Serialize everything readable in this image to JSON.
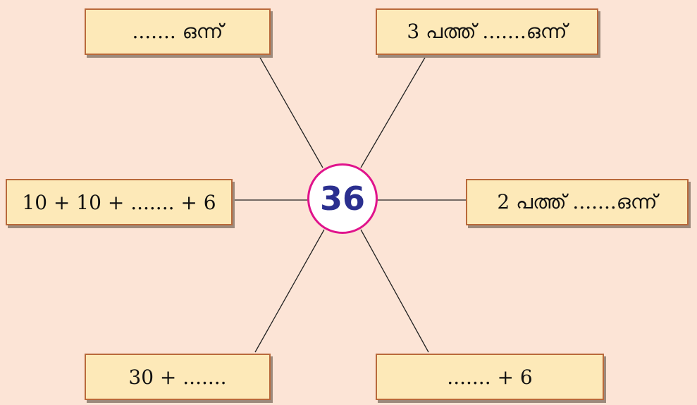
{
  "center": {
    "value": "36"
  },
  "boxes": {
    "top_left": "....... ഒന്ന്",
    "top_right": "3  പത്ത്  .......ഒന്ന്",
    "mid_left": "10 + 10 + ....... + 6",
    "mid_right": "2  പത്ത്  .......ഒന്ന്",
    "bottom_left": "30 + .......",
    "bottom_right": "....... + 6"
  },
  "colors": {
    "background": "#fce4d6",
    "box_fill": "#fde9b8",
    "box_border": "#b9693a",
    "circle_border": "#e0138c",
    "center_text": "#2b2f8f"
  }
}
